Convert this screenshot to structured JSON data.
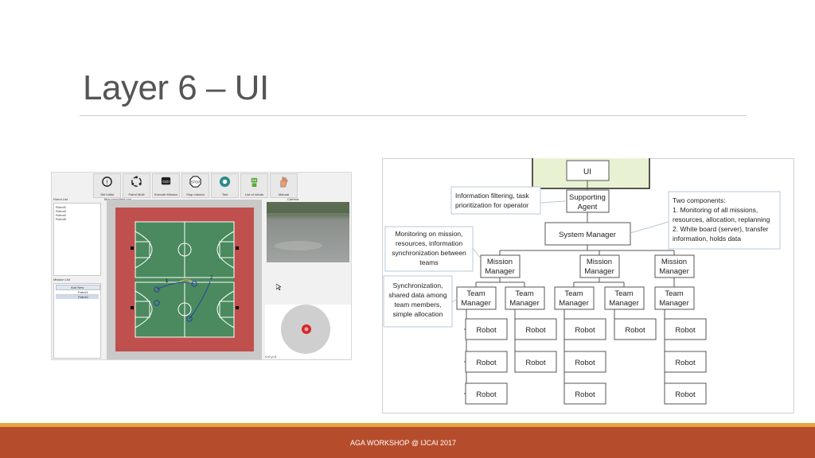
{
  "slide": {
    "title": "Layer 6 – UI",
    "footer": "AGA WORKSHOP @ IJCAI 2017"
  },
  "app": {
    "toolbar": [
      {
        "label": "Set Initial",
        "icon": "pin-icon"
      },
      {
        "label": "Patrol Multi",
        "icon": "patrol-icon"
      },
      {
        "label": "Execute Mission",
        "icon": "go-icon"
      },
      {
        "label": "Stop mission",
        "icon": "stop-icon"
      },
      {
        "label": "Test",
        "icon": "test-icon"
      },
      {
        "label": "List of robots",
        "icon": "robot-icon"
      },
      {
        "label": "Manual",
        "icon": "hand-icon"
      }
    ],
    "robot_list_label": "Robot List",
    "robots": [
      "Robot2",
      "Robot3",
      "Robot4",
      "Robot5"
    ],
    "map_label": "Map sport field png",
    "camera_label": "Camera",
    "mission_list_label": "Mission List",
    "mission_add_label": "Add New",
    "missions": [
      "Patrol1",
      "Patrol2"
    ],
    "status_text": "x=0 y=0",
    "court_markers": [
      "1",
      "2"
    ]
  },
  "diagram": {
    "ui": "UI",
    "supporting_agent": [
      "Supporting",
      "Agent"
    ],
    "system_manager": "System Manager",
    "mission_manager": [
      "Mission",
      "Manager"
    ],
    "team_manager": [
      "Team",
      "Manager"
    ],
    "robot": "Robot",
    "callouts": {
      "filtering": [
        "Information filtering, task",
        "prioritization for operator"
      ],
      "two_components": [
        "Two components:",
        "1. Monitoring of all missions,",
        "resources, allocation, replanning",
        "2. White board (server), transfer",
        "information, holds data"
      ],
      "monitoring": [
        "Monitoring on mission,",
        "resources, information",
        "synchronization between",
        "teams"
      ],
      "sync": [
        "Synchronization,",
        "shared data among",
        "team members,",
        "simple allocation"
      ]
    }
  },
  "colors": {
    "footer": "#b54d2c",
    "footer_accent": "#e8a33c",
    "ui_highlight": "#e8f2d3",
    "court_outer": "#c0504d",
    "court_inner": "#4a8a5e",
    "box_border": "#555555"
  }
}
